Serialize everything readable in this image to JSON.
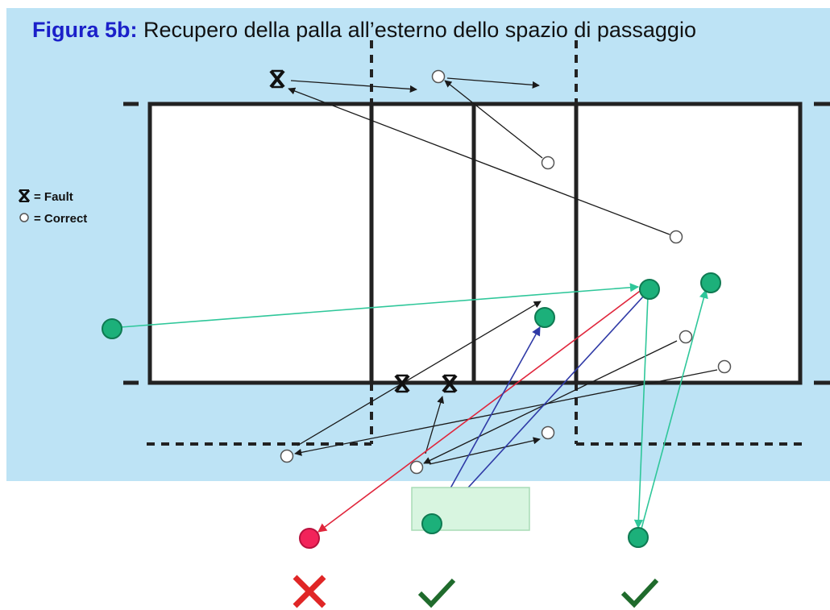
{
  "title": {
    "label": "Figura 5b:",
    "text": " Recupero della palla all’esterno dello spazio di passaggio"
  },
  "legend": {
    "fault_label": "= Fault",
    "correct_label": "= Correct"
  },
  "colors": {
    "panel_bg": "#bde3f5",
    "title_label": "#1b20c9",
    "court_line": "#222222",
    "court_fill": "#ffffff",
    "green_ball": "#1cb07a",
    "red_ball": "#f2235a",
    "red_arrow": "#e0263c",
    "blue_arrow": "#2f3aa6",
    "teal_arrow": "#2fc79a",
    "black_arrow": "#1a1a1a",
    "check_mark": "#1f6b2c",
    "cross_mark": "#e02626",
    "highlight_box": "#d8f5e0"
  },
  "outcomes": [
    "fault",
    "correct",
    "correct"
  ]
}
